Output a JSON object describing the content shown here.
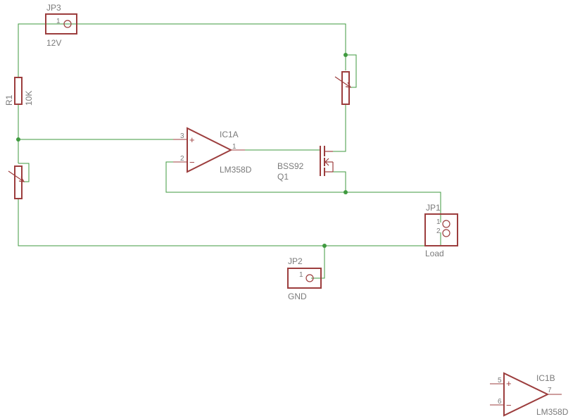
{
  "colors": {
    "wire": "#3f9a3f",
    "symbol": "#9c3d3d",
    "text": "#7a7a7a",
    "background": "#ffffff"
  },
  "components": {
    "jp3": {
      "name": "JP3",
      "value": "12V",
      "pin": "1"
    },
    "r1": {
      "name": "R1",
      "value": "10K"
    },
    "ic1a": {
      "name": "IC1A",
      "value": "LM358D",
      "pin_plus": "3",
      "pin_minus": "2",
      "pin_out": "1",
      "plus": "+",
      "minus": "−"
    },
    "q1": {
      "name": "Q1",
      "value": "BSS92"
    },
    "jp1": {
      "name": "JP1",
      "value": "Load",
      "pin1": "1",
      "pin2": "2"
    },
    "jp2": {
      "name": "JP2",
      "value": "GND",
      "pin": "1"
    },
    "ic1b": {
      "name": "IC1B",
      "value": "LM358D",
      "pin_plus": "5",
      "pin_minus": "6",
      "pin_out": "7",
      "plus": "+",
      "minus": "−"
    }
  }
}
